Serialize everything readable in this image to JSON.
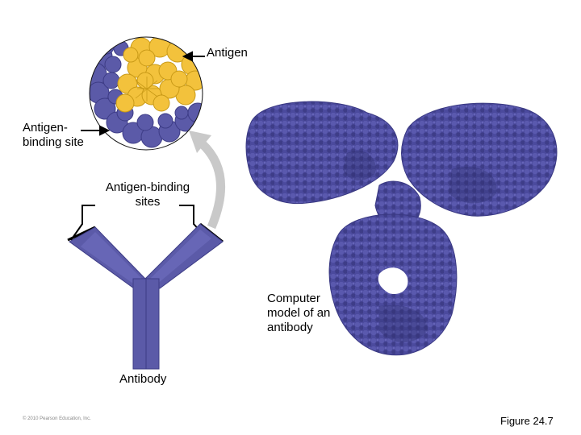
{
  "labels": {
    "antigen": "Antigen",
    "antigen_binding_site": "Antigen-\nbinding site",
    "antigen_binding_sites": "Antigen-binding\nsites",
    "computer_model": "Computer\nmodel of an\nantibody",
    "antibody": "Antibody",
    "copyright": "© 2010 Pearson Education, Inc.",
    "figure": "Figure 24.7"
  },
  "colors": {
    "antibody_blue": "#5b5aa8",
    "antigen_yellow": "#f3c23c",
    "protein_blue": "#4a4a9c",
    "arrow_gray": "#c9c9c9"
  }
}
